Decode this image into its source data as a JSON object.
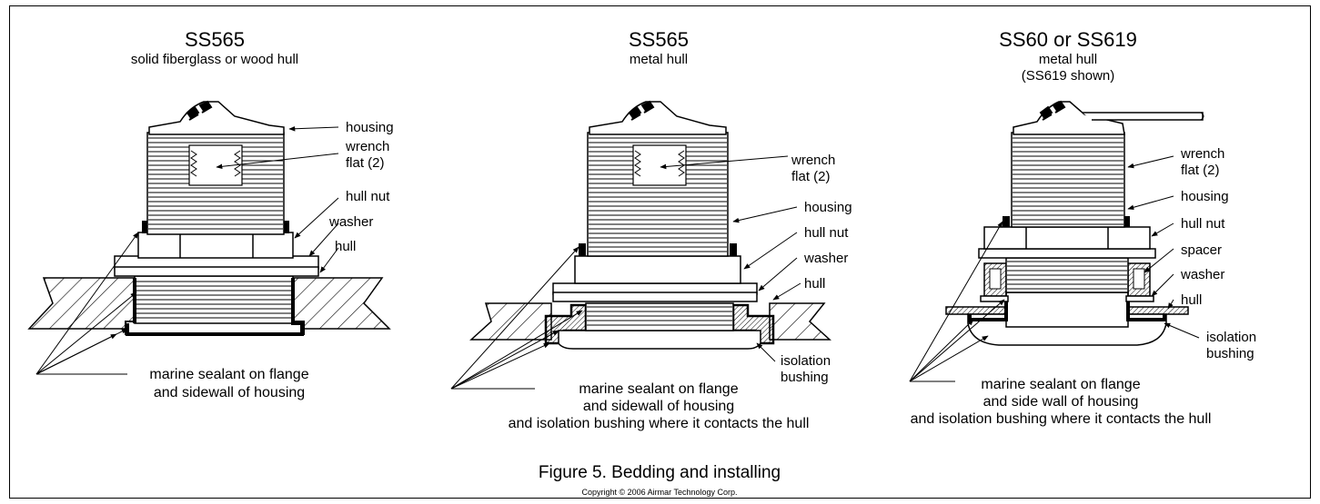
{
  "diagrams": [
    {
      "title": "SS565",
      "subtitle": "solid fiberglass or wood hull",
      "labels": {
        "housing": "housing",
        "wrench1": "wrench",
        "wrench2": "flat (2)",
        "hull_nut": "hull nut",
        "washer": "washer",
        "hull": "hull"
      },
      "caption": [
        "marine sealant on flange",
        "and sidewall of housing"
      ]
    },
    {
      "title": "SS565",
      "subtitle": "metal hull",
      "labels": {
        "wrench1": "wrench",
        "wrench2": "flat (2)",
        "housing": "housing",
        "hull_nut": "hull nut",
        "washer": "washer",
        "hull": "hull",
        "isolation1": "isolation",
        "isolation2": "bushing"
      },
      "caption": [
        "marine sealant on flange",
        "and sidewall of housing",
        "and isolation bushing where it contacts the hull"
      ]
    },
    {
      "title": "SS60 or SS619",
      "subtitle": "metal hull",
      "subtitle2": "(SS619 shown)",
      "labels": {
        "wrench1": "wrench",
        "wrench2": "flat (2)",
        "housing": "housing",
        "hull_nut": "hull nut",
        "spacer": "spacer",
        "washer": "washer",
        "hull": "hull",
        "isolation1": "isolation",
        "isolation2": "bushing"
      },
      "caption": [
        "marine sealant on flange",
        "and side wall of housing",
        "and isolation bushing where it contacts the hull"
      ]
    }
  ],
  "figure_caption": "Figure 5. Bedding and installing",
  "copyright": "Copyright © 2006 Airmar Technology Corp."
}
